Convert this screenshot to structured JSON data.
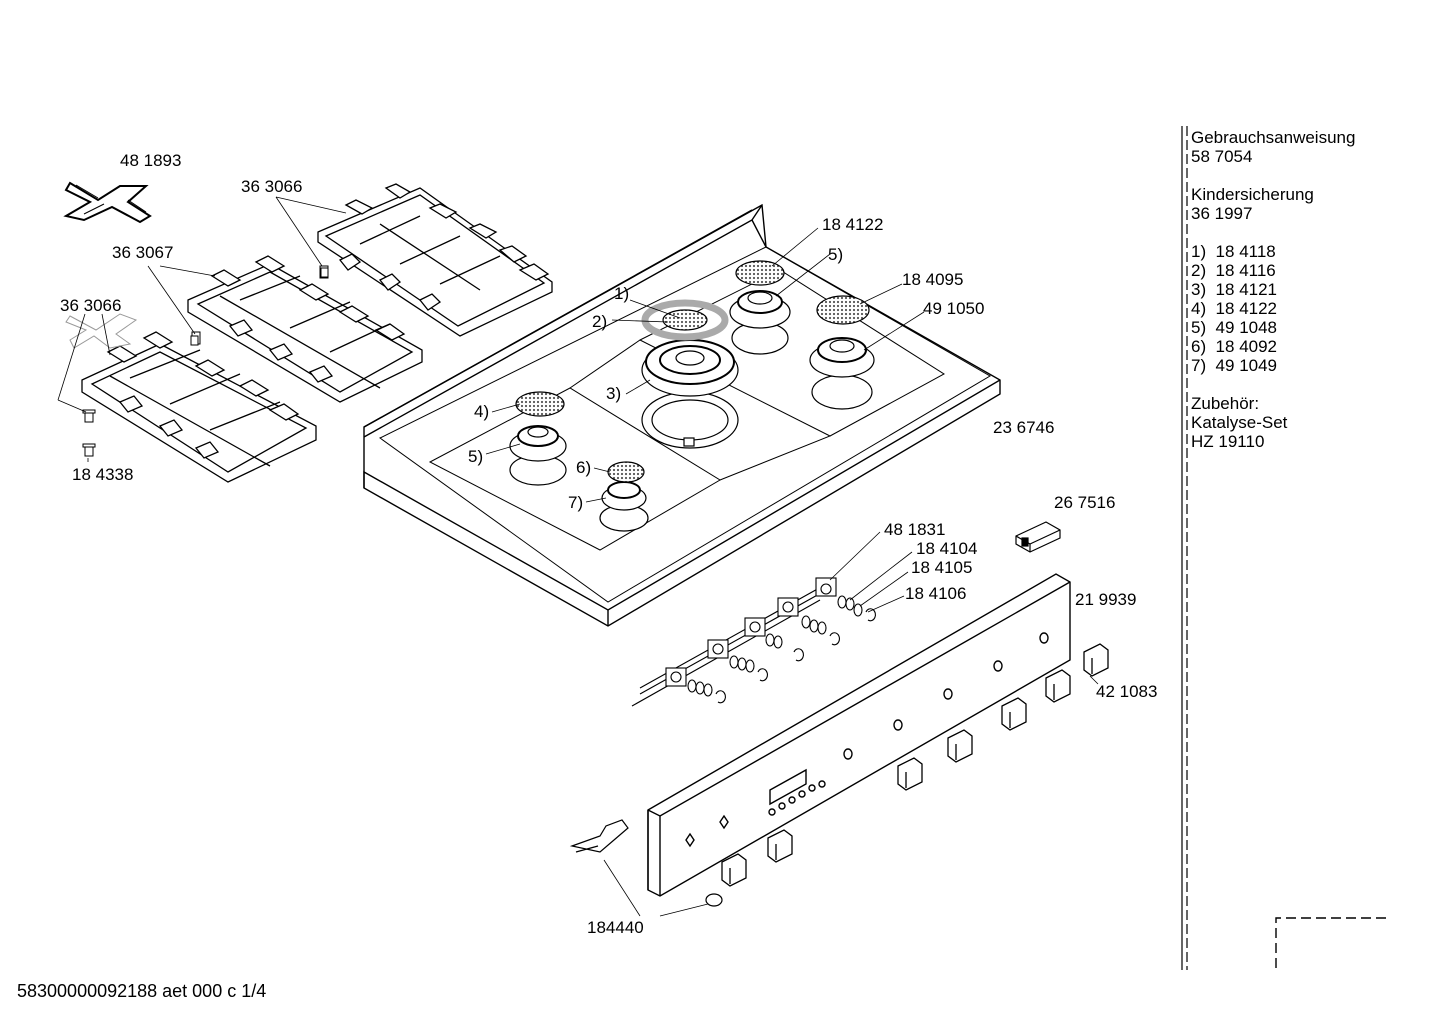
{
  "callouts": {
    "p481893": "48 1893",
    "p363066_top": "36 3066",
    "p363067": "36 3067",
    "p363066_left": "36 3066",
    "p184338": "18 4338",
    "p184122": "18 4122",
    "c5_top": "5)",
    "p184095": "18 4095",
    "p491050": "49 1050",
    "c1": "1)",
    "c2": "2)",
    "c3": "3)",
    "c4": "4)",
    "c5_left": "5)",
    "c6": "6)",
    "c7": "7)",
    "p236746": "23 6746",
    "p267516": "26 7516",
    "p481831": "48 1831",
    "p184104": "18 4104",
    "p184105": "18 4105",
    "p184106": "18 4106",
    "p219939": "21 9939",
    "p421083": "42 1083",
    "p184440": "184440"
  },
  "sidebar": {
    "manual_label": "Gebrauchsanweisung",
    "manual_number": "58 7054",
    "childlock_label": "Kindersicherung",
    "childlock_number": "36 1997",
    "parts": [
      "1)  18 4118",
      "2)  18 4116",
      "3)  18 4121",
      "4)  18 4122",
      "5)  49 1048",
      "6)  18 4092",
      "7)  49 1049"
    ],
    "accessory_label": "Zubehör:",
    "accessory_name": "Katalyse-Set",
    "accessory_number": "HZ 19110"
  },
  "footer": {
    "doc_id": "58300000092188 aet 000 c 1/4"
  }
}
